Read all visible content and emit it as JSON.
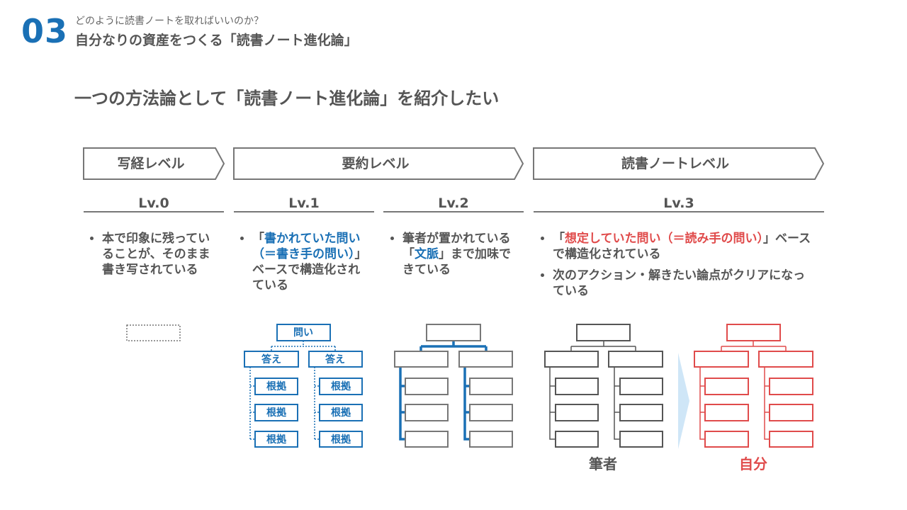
{
  "header": {
    "section_number": "03",
    "question": "どのように読書ノートを取ればいいのか？",
    "title": "自分なりの資産をつくる「読書ノート進化論」"
  },
  "headline": "一つの方法論として「読書ノート進化論」を紹介したい",
  "phases": [
    {
      "label": "写経レベル"
    },
    {
      "label": "要約レベル"
    },
    {
      "label": "読書ノートレベル"
    }
  ],
  "levels": [
    {
      "label": "Lv.0"
    },
    {
      "label": "Lv.1"
    },
    {
      "label": "Lv.2"
    },
    {
      "label": "Lv.3"
    }
  ],
  "descriptions": {
    "lv0": [
      "本で印象に残っていることが、そのまま書き写されている"
    ],
    "lv1": {
      "pre": "「",
      "highlight": "書かれていた問い（＝書き手の問い）",
      "post": "」ベースで構造化されている"
    },
    "lv2": {
      "pre": "筆者が置かれている「",
      "highlight": "文脈",
      "post": "」まで加味できている"
    },
    "lv3": [
      {
        "pre": "「",
        "highlight": "想定していた問い（＝読み手の問い）",
        "post": "」ベースで構造化されている"
      },
      {
        "text": "次のアクション・解きたい論点がクリアになっている"
      }
    ]
  },
  "diagram_labels": {
    "question": "問い",
    "answer": "答え",
    "evidence": "根拠"
  },
  "captions": {
    "author": "筆者",
    "self": "自分"
  },
  "colors": {
    "accent_blue": "#1a70b5",
    "accent_red": "#e04b4b",
    "text_gray": "#555555",
    "arrow_light_blue": "#cfe6f7"
  }
}
